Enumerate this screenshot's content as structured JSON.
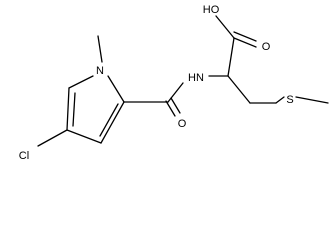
{
  "atoms": {
    "oh": "HO",
    "o_carbonyl_acid": "O",
    "nh": "HN",
    "n_pyrrole": "N",
    "methyl_n": "",
    "o_amide": "O",
    "s": "S",
    "cl": "Cl"
  }
}
